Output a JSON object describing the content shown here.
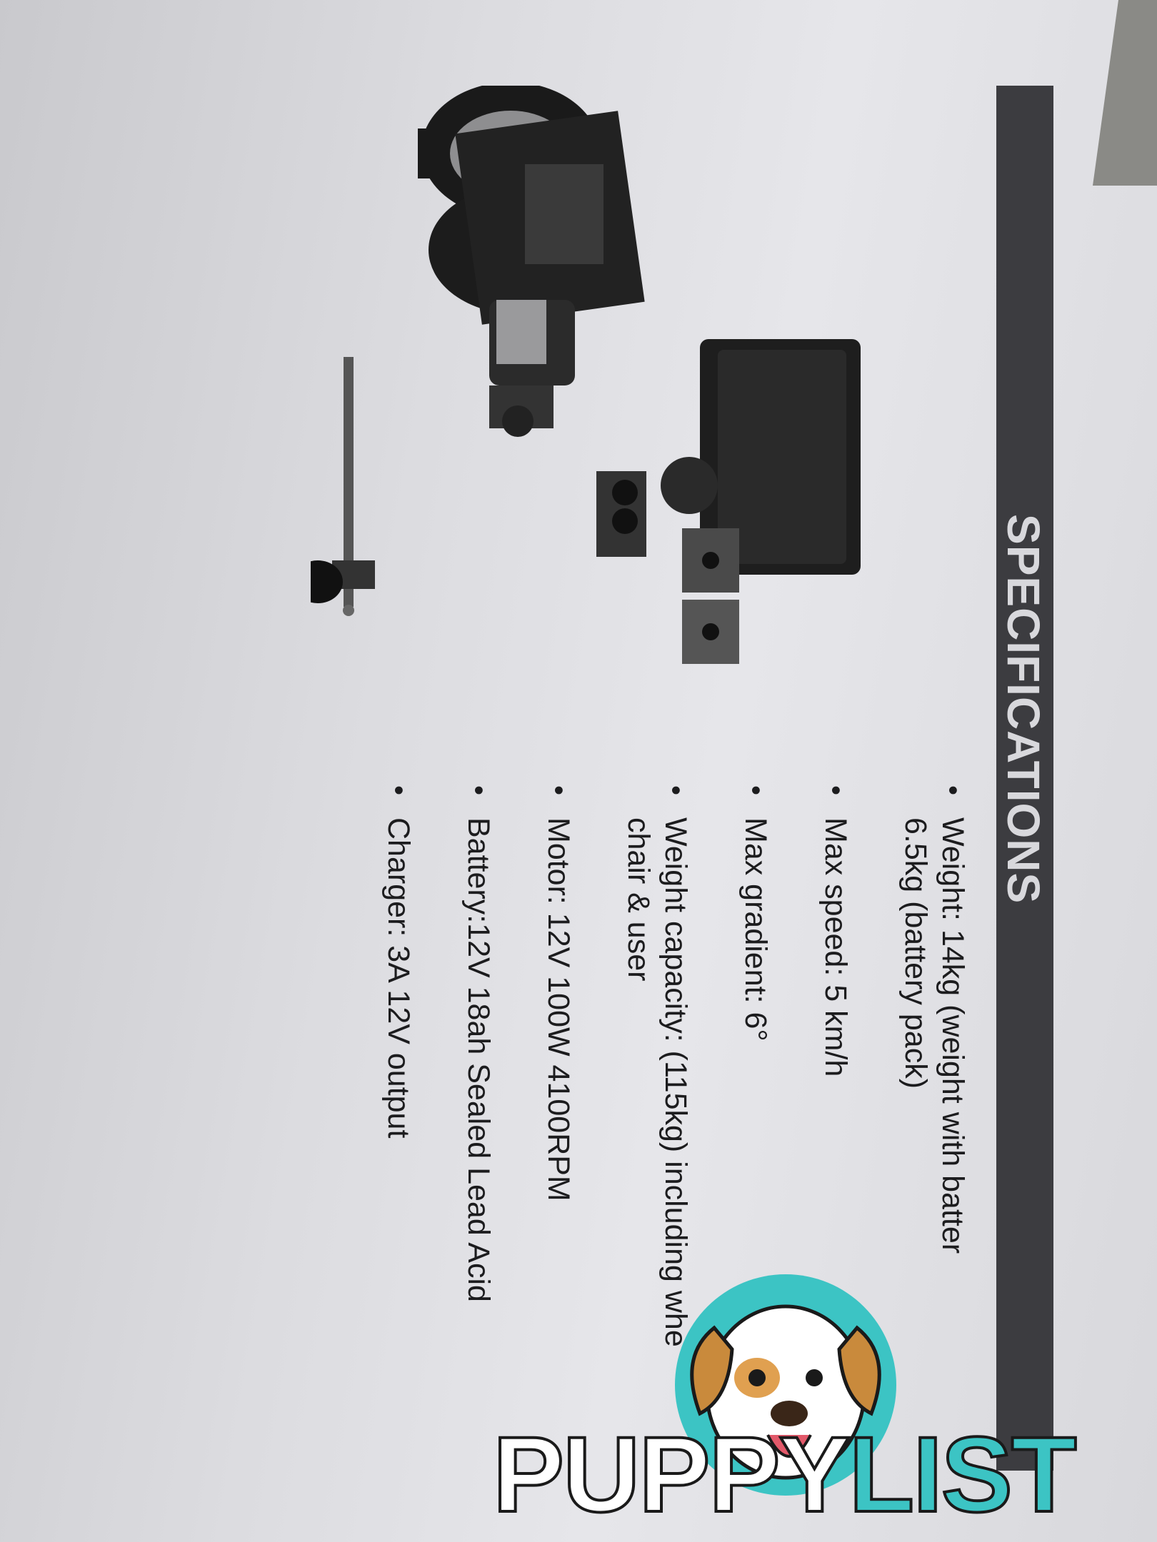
{
  "document": {
    "title": "SPECIFICATIONS",
    "specs": [
      {
        "lines": [
          "Weight: 14kg (weight with batter",
          "6.5kg (battery pack)"
        ]
      },
      {
        "lines": [
          "Max speed: 5 km/h"
        ]
      },
      {
        "lines": [
          "Max gradient: 6°"
        ]
      },
      {
        "lines": [
          "Weight capacity: (115kg) including whe",
          "chair & user"
        ]
      },
      {
        "lines": [
          "Motor: 12V 100W 4100RPM"
        ]
      },
      {
        "lines": [
          "Battery:12V 18ah Sealed Lead Acid"
        ]
      },
      {
        "lines": [
          "Charger: 3A 12V output"
        ]
      }
    ],
    "bullet": "•"
  },
  "watermark": {
    "word_part1": "PUPPY",
    "word_part2": "LIST",
    "accent_color": "#3cc4c4",
    "icon": "puppy-face-icon"
  },
  "colors": {
    "title_bar": "#3c3c40",
    "text": "#1c1c1e",
    "paper": "#dcdce0"
  }
}
